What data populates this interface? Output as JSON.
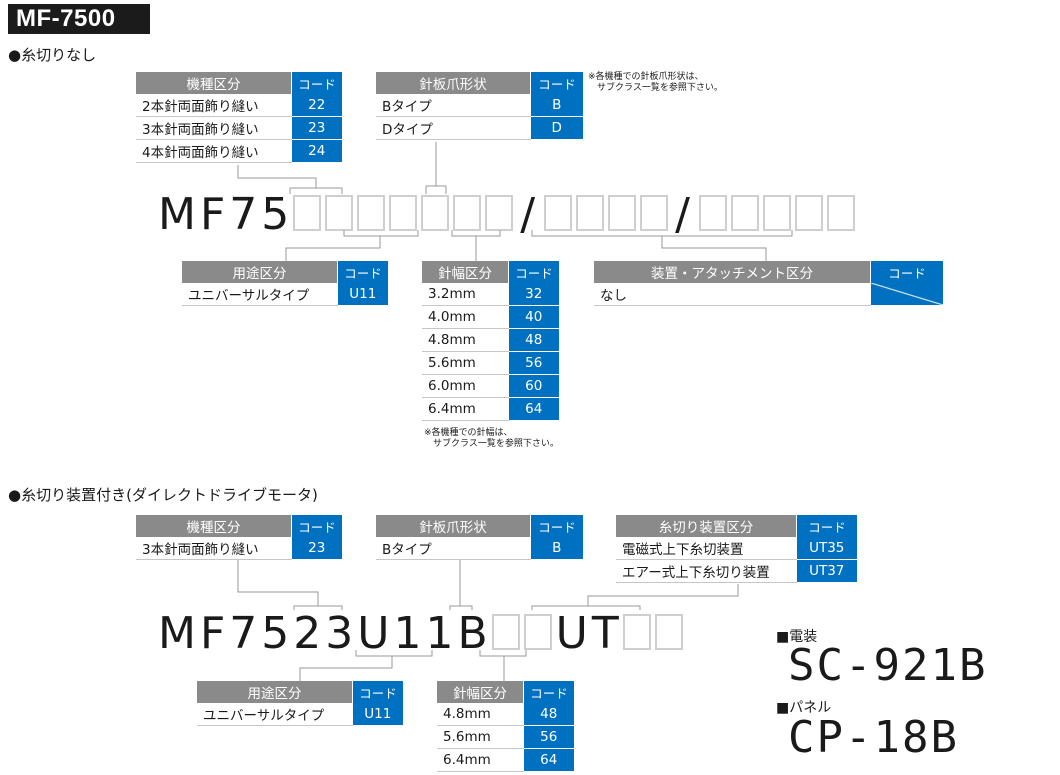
{
  "title": "MF-7500",
  "section1": {
    "heading": "●糸切りなし",
    "model": {
      "prefix": "MF75",
      "slash": "/"
    },
    "note1": "※各機種での針板爪形状は、\n　サブクラス一覧を参照下さい。",
    "note2": "※各機種での針幅は、\n　サブクラス一覧を参照下さい。",
    "machine_table": {
      "header": "機種区分",
      "code_header": "コード",
      "rows": [
        {
          "label": "2本針両面飾り縫い",
          "code": "22"
        },
        {
          "label": "3本針両面飾り縫い",
          "code": "23"
        },
        {
          "label": "4本針両面飾り縫い",
          "code": "24"
        }
      ]
    },
    "needle_plate_table": {
      "header": "針板爪形状",
      "code_header": "コード",
      "rows": [
        {
          "label": "Bタイプ",
          "code": "B"
        },
        {
          "label": "Dタイプ",
          "code": "D"
        }
      ]
    },
    "usage_table": {
      "header": "用途区分",
      "code_header": "コード",
      "rows": [
        {
          "label": "ユニバーサルタイプ",
          "code": "U11"
        }
      ]
    },
    "gauge_table": {
      "header": "針幅区分",
      "code_header": "コード",
      "rows": [
        {
          "label": "3.2mm",
          "code": "32"
        },
        {
          "label": "4.0mm",
          "code": "40"
        },
        {
          "label": "4.8mm",
          "code": "48"
        },
        {
          "label": "5.6mm",
          "code": "56"
        },
        {
          "label": "6.0mm",
          "code": "60"
        },
        {
          "label": "6.4mm",
          "code": "64"
        }
      ]
    },
    "device_table": {
      "header": "装置・アタッチメント区分",
      "code_header": "コード",
      "rows": [
        {
          "label": "なし",
          "code": ""
        }
      ]
    }
  },
  "section2": {
    "heading": "●糸切り装置付き(ダイレクトドライブモータ)",
    "model": {
      "prefix": "MF7523U11B",
      "mid": "UT"
    },
    "machine_table": {
      "header": "機種区分",
      "code_header": "コード",
      "rows": [
        {
          "label": "3本針両面飾り縫い",
          "code": "23"
        }
      ]
    },
    "needle_plate_table": {
      "header": "針板爪形状",
      "code_header": "コード",
      "rows": [
        {
          "label": "Bタイプ",
          "code": "B"
        }
      ]
    },
    "trimmer_table": {
      "header": "糸切り装置区分",
      "code_header": "コード",
      "rows": [
        {
          "label": "電磁式上下糸切装置",
          "code": "UT35"
        },
        {
          "label": "エアー式上下糸切り装置",
          "code": "UT37"
        }
      ]
    },
    "usage_table": {
      "header": "用途区分",
      "code_header": "コード",
      "rows": [
        {
          "label": "ユニバーサルタイプ",
          "code": "U11"
        }
      ]
    },
    "gauge_table": {
      "header": "針幅区分",
      "code_header": "コード",
      "rows": [
        {
          "label": "4.8mm",
          "code": "48"
        },
        {
          "label": "5.6mm",
          "code": "56"
        },
        {
          "label": "6.4mm",
          "code": "64"
        }
      ]
    }
  },
  "electrical": {
    "label": "■電装",
    "value": "SC-921B"
  },
  "panel": {
    "label": "■パネル",
    "value": "CP-18B"
  }
}
